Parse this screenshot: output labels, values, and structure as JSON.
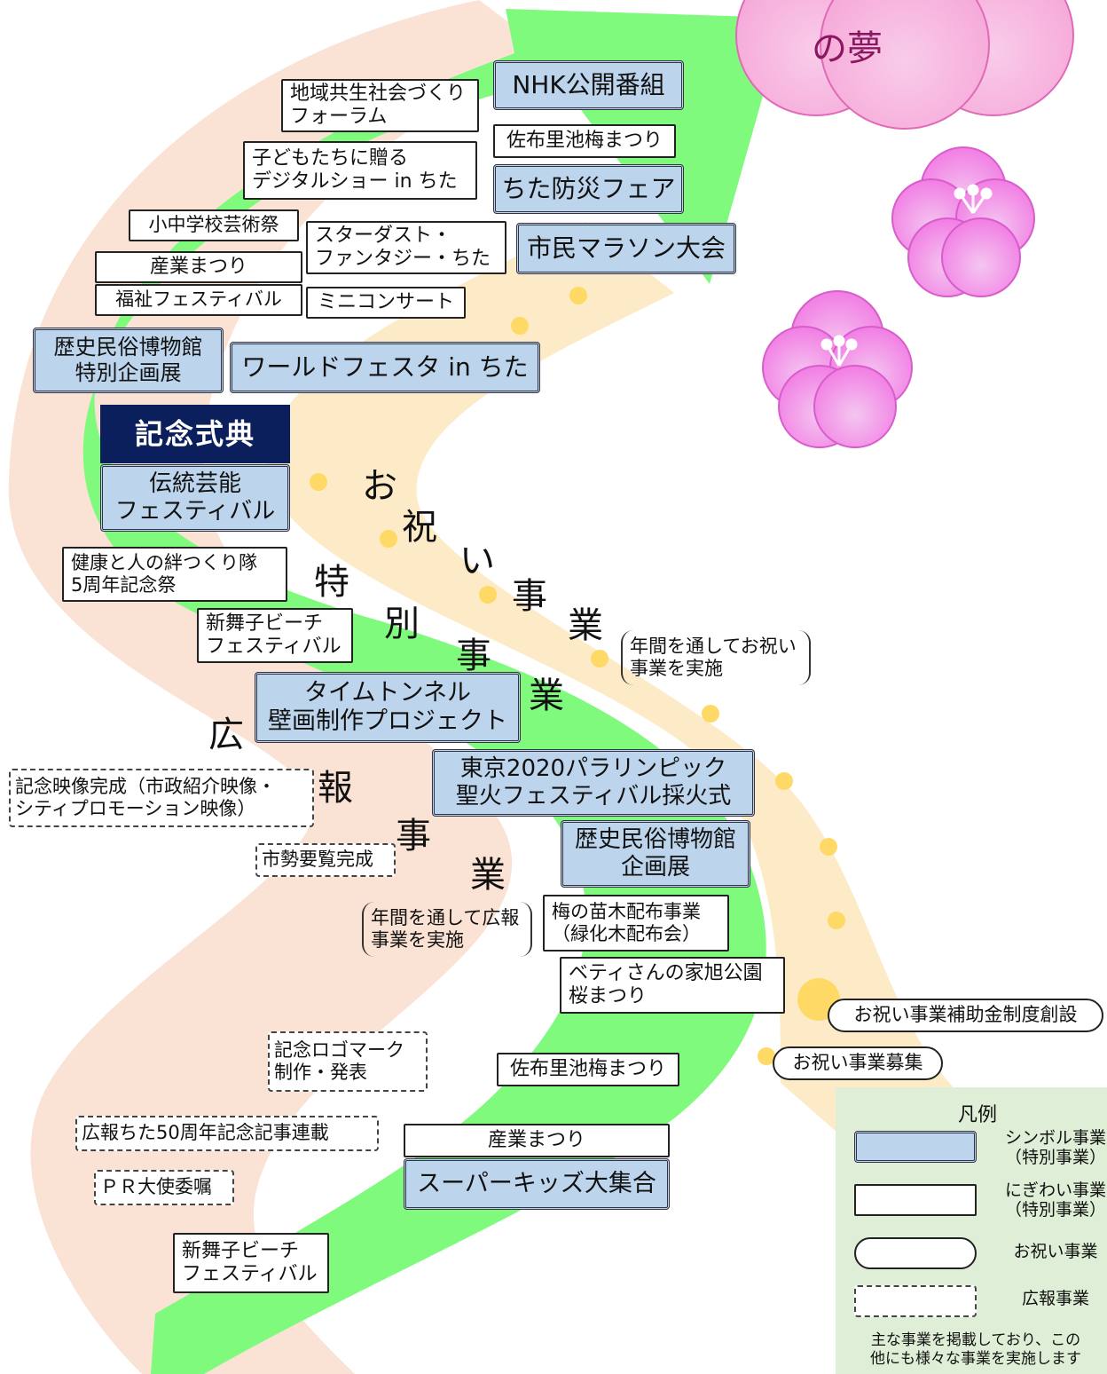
{
  "header": {
    "dream_text": "の夢"
  },
  "center_labels": {
    "celebration": [
      "お",
      "祝",
      "い",
      "事",
      "業"
    ],
    "special": [
      "特",
      "別",
      "事",
      "業"
    ],
    "publicity": [
      "広",
      "報",
      "事",
      "業"
    ]
  },
  "boxes": [
    {
      "kind": "nig",
      "text": "地域共生社会づくり\nフォーラム"
    },
    {
      "kind": "sym",
      "text": "NHK公開番組"
    },
    {
      "kind": "nig",
      "text": "佐布里池梅まつり"
    },
    {
      "kind": "nig",
      "text": "子どもたちに贈る\nデジタルショー in ちた"
    },
    {
      "kind": "sym",
      "text": "ちた防災フェア"
    },
    {
      "kind": "nig",
      "text": "小中学校芸術祭"
    },
    {
      "kind": "nig",
      "text": "スターダスト・\nファンタジー・ちた"
    },
    {
      "kind": "sym",
      "text": "市民マラソン大会"
    },
    {
      "kind": "nig",
      "text": "産業まつり"
    },
    {
      "kind": "nig",
      "text": "福祉フェスティバル"
    },
    {
      "kind": "nig",
      "text": "ミニコンサート"
    },
    {
      "kind": "sym",
      "text": "歴史民俗博物館\n特別企画展"
    },
    {
      "kind": "sym",
      "text": "ワールドフェスタ in ちた"
    },
    {
      "kind": "kinen",
      "text": "記念式典"
    },
    {
      "kind": "sym",
      "text": "伝統芸能\nフェスティバル"
    },
    {
      "kind": "nig",
      "text": "健康と人の絆つくり隊\n5周年記念祭"
    },
    {
      "kind": "nig",
      "text": "新舞子ビーチ\nフェスティバル"
    },
    {
      "kind": "brk",
      "text": "年間を通してお祝い\n事業を実施"
    },
    {
      "kind": "sym",
      "text": "タイムトンネル\n壁画制作プロジェクト"
    },
    {
      "kind": "pub",
      "text": "記念映像完成（市政紹介映像・\nシティプロモーション映像）"
    },
    {
      "kind": "sym",
      "text": "東京2020パラリンピック\n聖火フェスティバル採火式"
    },
    {
      "kind": "pub",
      "text": "市勢要覧完成"
    },
    {
      "kind": "sym",
      "text": "歴史民俗博物館\n企画展"
    },
    {
      "kind": "brk",
      "text": "年間を通して広報\n事業を実施"
    },
    {
      "kind": "nig",
      "text": "梅の苗木配布事業\n（緑化木配布会）"
    },
    {
      "kind": "nig",
      "text": "ベティさんの家旭公園\n桜まつり"
    },
    {
      "kind": "pill",
      "text": "お祝い事業補助金制度創設"
    },
    {
      "kind": "pill",
      "text": "お祝い事業募集"
    },
    {
      "kind": "pub",
      "text": "記念ロゴマーク\n制作・発表"
    },
    {
      "kind": "nig",
      "text": "佐布里池梅まつり"
    },
    {
      "kind": "pub",
      "text": "広報ちた50周年記念記事連載"
    },
    {
      "kind": "nig",
      "text": "産業まつり"
    },
    {
      "kind": "sym",
      "text": "スーパーキッズ大集合"
    },
    {
      "kind": "pub",
      "text": "ＰＲ大使委嘱"
    },
    {
      "kind": "nig",
      "text": "新舞子ビーチ\nフェスティバル"
    }
  ],
  "legend": {
    "title": "凡例",
    "items": [
      {
        "kind": "sym",
        "label": "シンボル事業\n（特別事業）"
      },
      {
        "kind": "nig",
        "label": "にぎわい事業\n（特別事業）"
      },
      {
        "kind": "pill",
        "label": "お祝い事業"
      },
      {
        "kind": "pub",
        "label": "広報事業"
      }
    ],
    "note": "主な事業を掲載しており、この\n他にも様々な事業を実施します"
  },
  "colors": {
    "arrow_green": "#80fa7d",
    "band_peach": "#fae2d5",
    "band_yellow": "#fdebc7",
    "dot_yellow": "#ffd966",
    "flower_pink": "#f48ce8",
    "symbol_fill": "#bcd4ec",
    "kinen_fill": "#0b1f5c",
    "legend_bg": "#dfeed6"
  }
}
